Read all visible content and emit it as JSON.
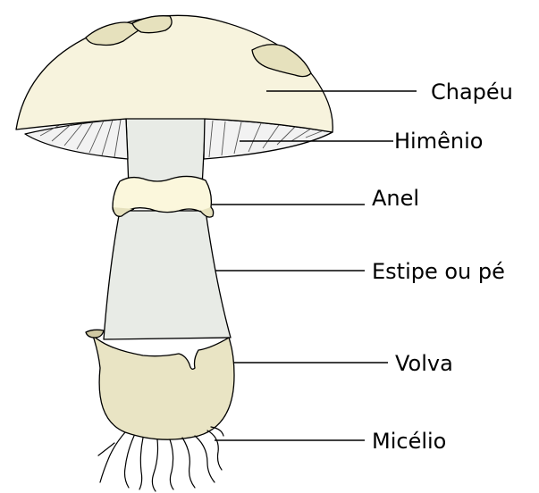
{
  "diagram": {
    "colors": {
      "cap": "#f7f3dd",
      "cap_patch": "#e6e1bd",
      "gills": "#f2f2f2",
      "stipe": "#e8ebe6",
      "ring": "#fbf7dc",
      "volva": "#e9e4c4",
      "volva_inner": "#cfc8a2",
      "outline": "#000000"
    },
    "labels": {
      "cap": "Chapéu",
      "gills": "Himênio",
      "ring": "Anel",
      "stipe": "Estipe ou pé",
      "volva": "Volva",
      "mycelium": "Micélio"
    }
  }
}
